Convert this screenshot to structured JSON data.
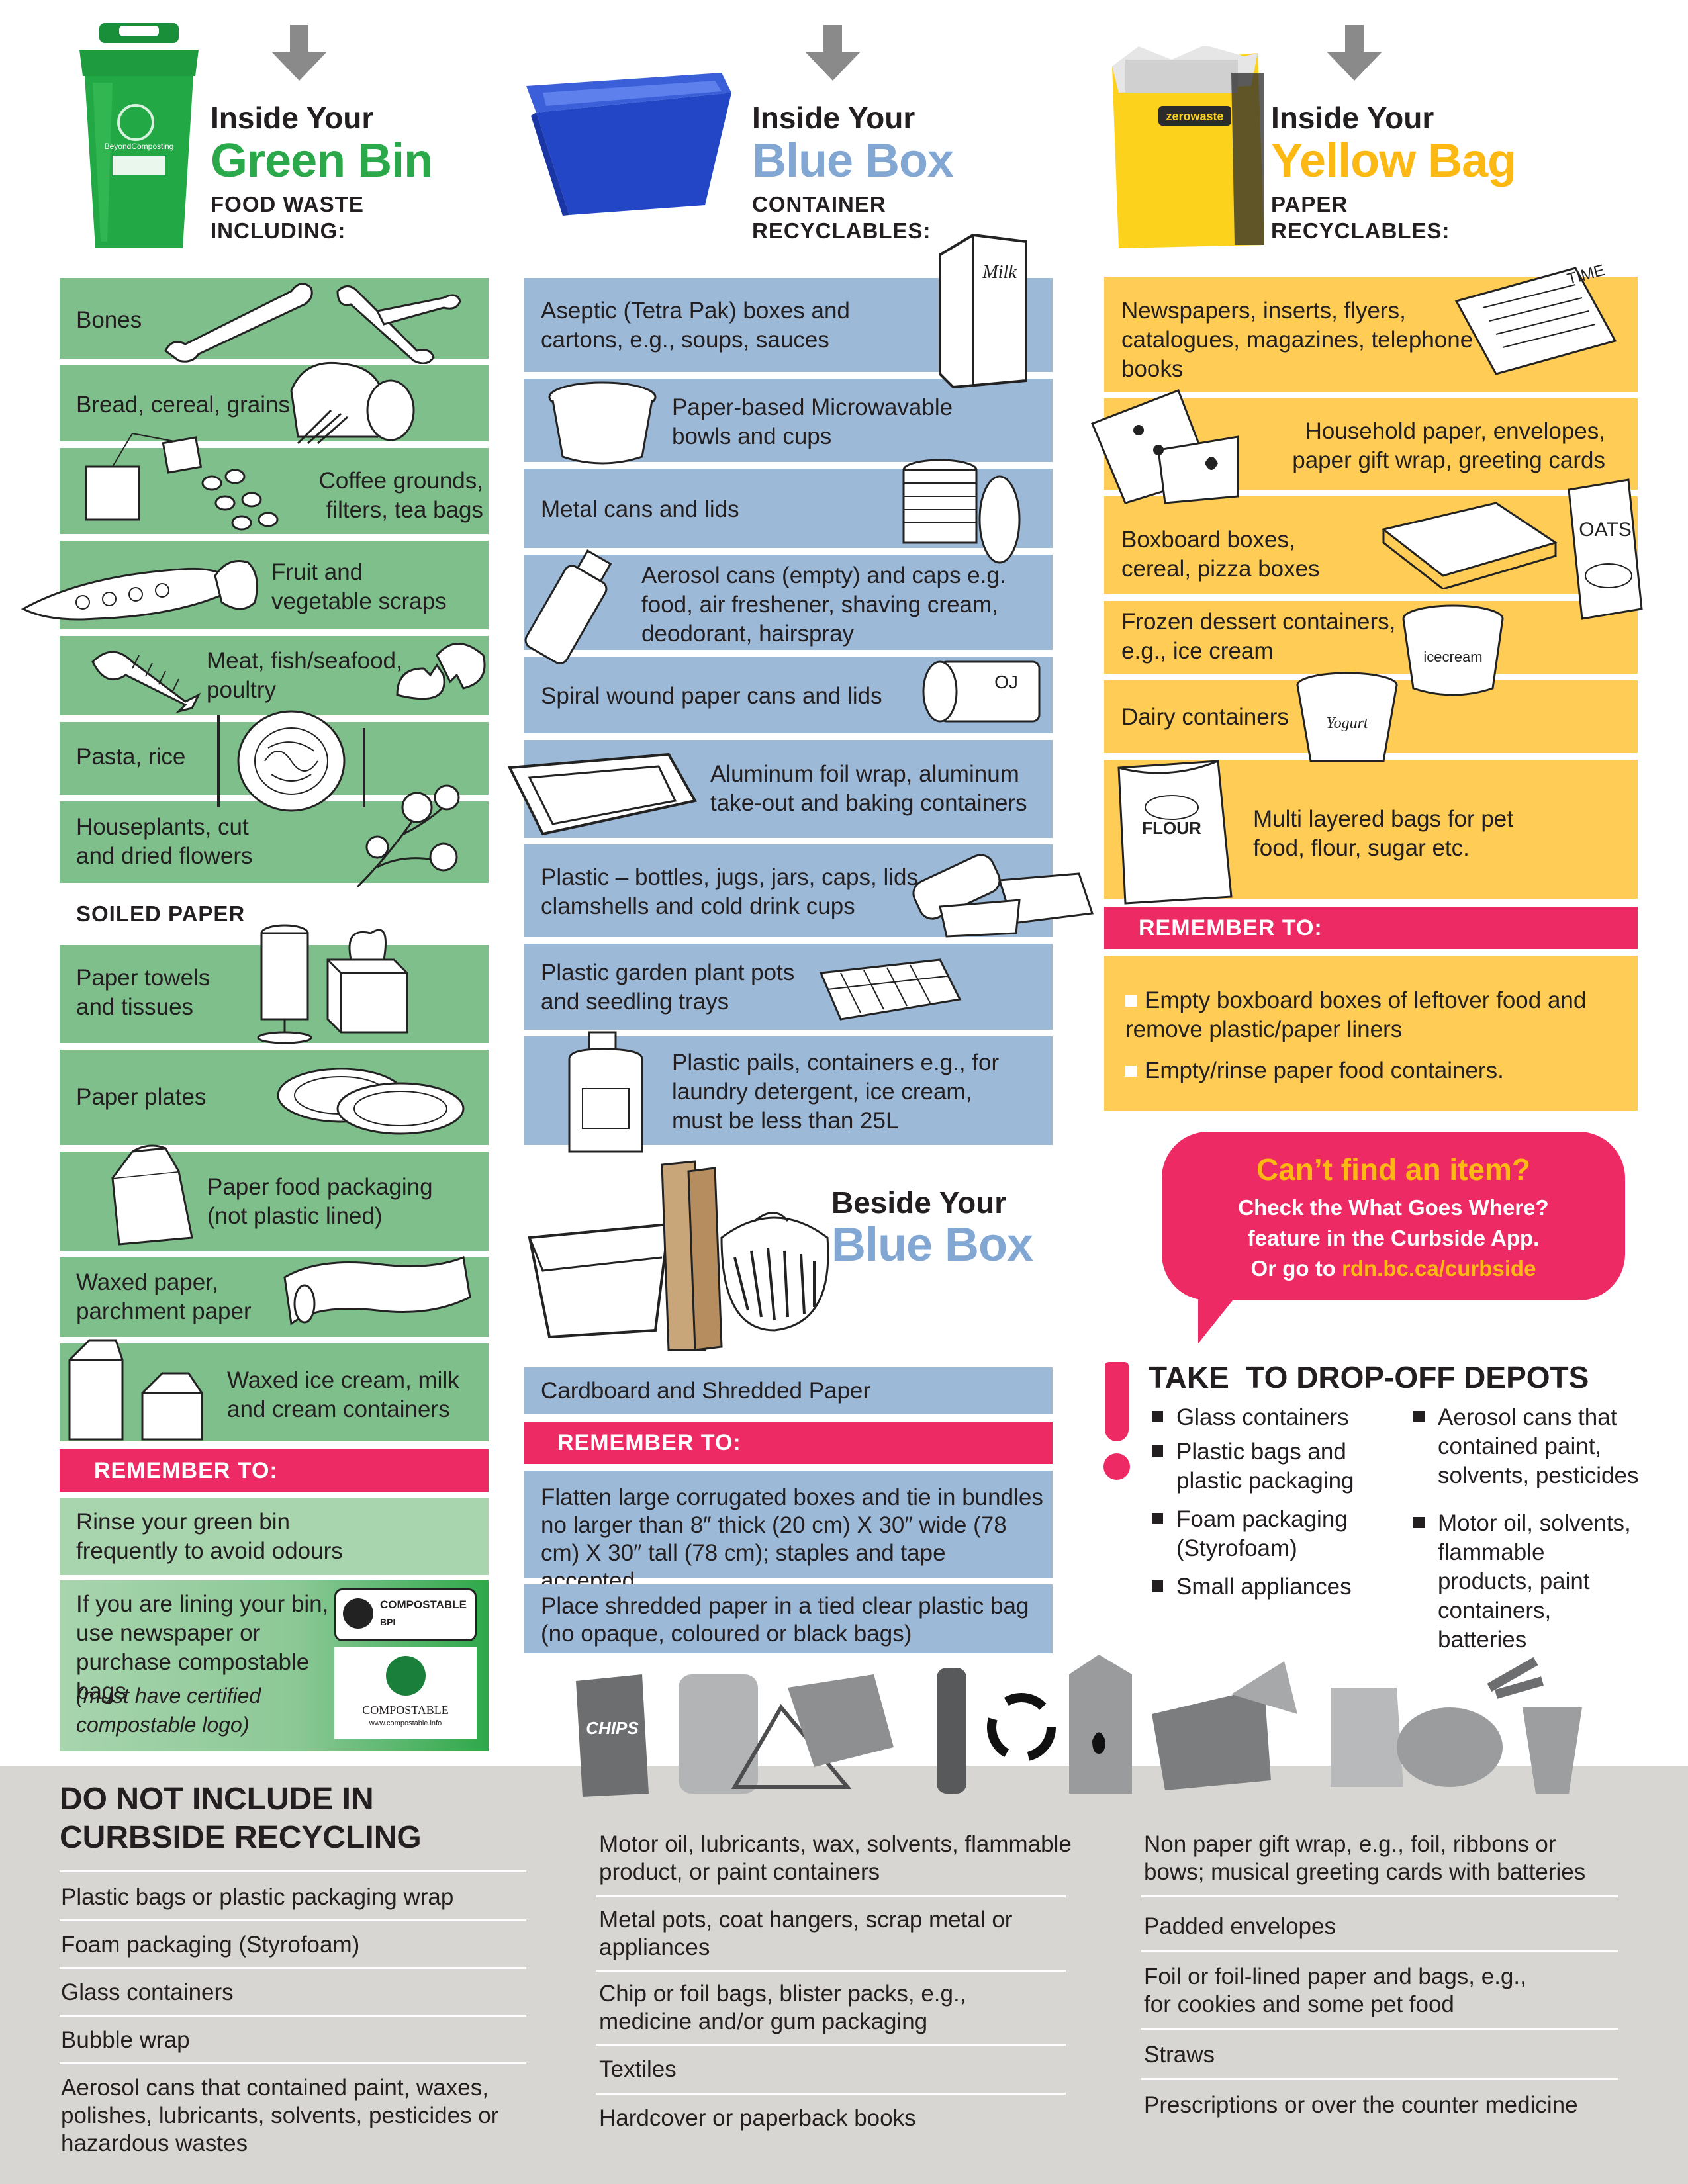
{
  "green": {
    "inside": "Inside Your",
    "name": "Green Bin",
    "sub1": "FOOD WASTE",
    "sub2": "INCLUDING:",
    "color": "#2aa84a",
    "items": [
      "Bones",
      "Bread, cereal, grains",
      "Coffee grounds, filters, tea bags",
      "Fruit and vegetable scraps",
      "Meat, fish/seafood, poultry",
      "Pasta, rice",
      "Houseplants, cut and dried flowers"
    ],
    "soiled_heading": "SOILED PAPER",
    "soiled_items": [
      "Paper towels and tissues",
      "Paper plates",
      "Paper food packaging (not plastic lined)",
      "Waxed paper, parchment paper",
      "Waxed ice cream, milk and cream containers"
    ],
    "remember_label": "REMEMBER TO:",
    "remember_items": [
      "Rinse your green bin frequently to avoid odours",
      "If you are lining your bin, use newspaper or purchase compostable bags",
      "(must have certified compostable logo)"
    ],
    "bin_labels": {
      "brand": "BeyondComposting"
    },
    "logo": {
      "label": "COMPOSTABLE",
      "bpi": "BPI",
      "url": "www.compostable.info",
      "name": "COMPOSTABLE"
    }
  },
  "blue": {
    "inside": "Inside Your",
    "name": "Blue Box",
    "sub1": "CONTAINER",
    "sub2": "RECYCLABLES:",
    "color": "#8fb0d4",
    "items": [
      "Aseptic (Tetra Pak) boxes and cartons, e.g., soups, sauces",
      "Paper-based Microwavable bowls and cups",
      "Metal cans and lids",
      "Aerosol cans (empty) and caps e.g. food, air freshener, shaving cream, deodorant, hairspray",
      "Spiral wound paper cans and lids",
      "Aluminum foil wrap, aluminum take-out and baking containers",
      "Plastic – bottles, jugs, jars, caps, lids, clamshells and cold drink cups",
      "Plastic garden plant pots and seedling trays",
      "Plastic pails, containers e.g., for laundry detergent, ice cream, must be less than 25L"
    ],
    "beside_line1": "Beside Your",
    "beside_line2": "Blue Box",
    "beside_item": "Cardboard and Shredded Paper",
    "remember_label": "REMEMBER TO:",
    "remember_items": [
      "Flatten large corrugated boxes and tie in bundles no larger than 8″ thick (20 cm) X 30″ wide (78 cm) X 30″ tall (78 cm); staples and tape accepted",
      "Place shredded paper in a tied clear plastic bag (no opaque, coloured or black bags)"
    ],
    "sketch_labels": {
      "milk": "Milk",
      "oj": "OJ"
    }
  },
  "yellow": {
    "inside": "Inside Your",
    "name": "Yellow Bag",
    "sub1": "PAPER",
    "sub2": "RECYCLABLES:",
    "color": "#ffcb4f",
    "items": [
      "Newspapers, inserts, flyers, catalogues, magazines, telephone books",
      "Household paper, envelopes, paper gift wrap, greeting cards",
      "Boxboard boxes, cereal, pizza boxes",
      "Frozen dessert containers, e.g., ice cream",
      "Dairy containers",
      "Multi layered bags for pet food, flour, sugar etc."
    ],
    "remember_label": "REMEMBER TO:",
    "remember_items": [
      "Empty boxboard boxes of leftover food and remove plastic/paper liners",
      "Empty/rinse paper food containers."
    ],
    "sketch_labels": {
      "time": "TIME",
      "oats": "OATS",
      "icecream": "icecream",
      "yogurt": "Yogurt",
      "flour": "FLOUR",
      "bag_brand": "zerowaste"
    }
  },
  "callout": {
    "title": "Can’t find an item?",
    "line1": "Check the What Goes Where?",
    "line2": "feature in the Curbside App.",
    "line3_prefix": "Or go to ",
    "link": "rdn.bc.ca/curbside"
  },
  "depots": {
    "title": "TAKE  TO DROP-OFF DEPOTS",
    "left": [
      "Glass containers",
      "Plastic bags and plastic packaging",
      "Foam packaging (Styrofoam)",
      "Small appliances"
    ],
    "right": [
      "Aerosol cans that contained paint, solvents, pesticides",
      "Motor oil, solvents, flammable products, paint containers, batteries"
    ]
  },
  "chips_label": "CHIPS",
  "do_not": {
    "title_line1": "DO NOT INCLUDE IN",
    "title_line2": "CURBSIDE RECYCLING",
    "col1": [
      "Plastic bags or plastic packaging wrap",
      "Foam packaging (Styrofoam)",
      "Glass containers",
      "Bubble wrap",
      "Aerosol cans that contained paint, waxes, polishes, lubricants, solvents, pesticides or hazardous wastes"
    ],
    "col2": [
      "Motor oil, lubricants, wax, solvents, flammable product, or paint containers",
      "Metal pots, coat hangers, scrap metal or appliances",
      "Chip or foil bags, blister packs, e.g., medicine and/or gum packaging",
      "Textiles",
      "Hardcover or paperback books"
    ],
    "col3": [
      "Non paper gift wrap, e.g., foil, ribbons or bows; musical greeting cards with batteries",
      "Padded envelopes",
      "Foil or foil-lined paper and bags, e.g., for cookies and some pet food",
      "Straws",
      "Prescriptions or over the counter medicine"
    ]
  },
  "colors": {
    "green_band": "#7fbf8c",
    "green_light": "#a8d5ae",
    "blue_band": "#9db9d8",
    "yellow_band": "#ffcc55",
    "pink": "#ee2a64",
    "gray_footer": "#d8d6d2",
    "yellow_title": "#fdb913"
  }
}
